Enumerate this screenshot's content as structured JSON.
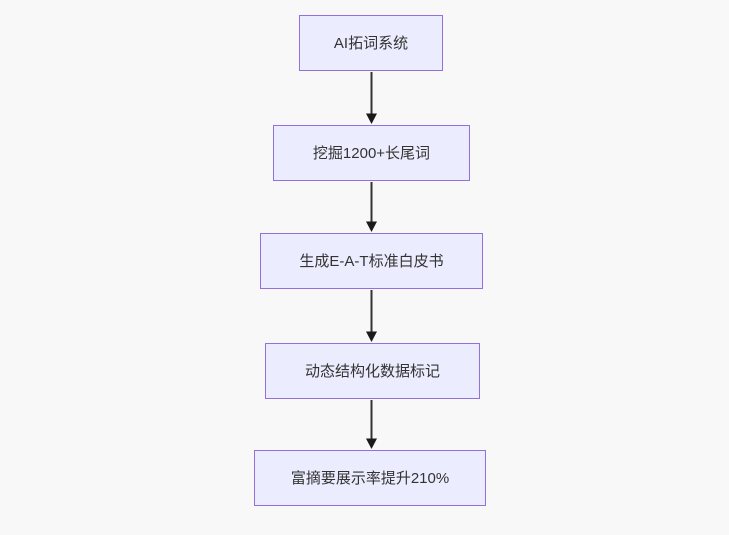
{
  "diagram": {
    "type": "flowchart",
    "direction": "top-down",
    "nodes": [
      {
        "id": "step-1",
        "label": "AI拓词系统"
      },
      {
        "id": "step-2",
        "label": "挖掘1200+长尾词"
      },
      {
        "id": "step-3",
        "label": "生成E-A-T标准白皮书"
      },
      {
        "id": "step-4",
        "label": "动态结构化数据标记"
      },
      {
        "id": "step-5",
        "label": "富摘要展示率提升210%"
      }
    ],
    "edges": [
      {
        "from": "step-1",
        "to": "step-2"
      },
      {
        "from": "step-2",
        "to": "step-3"
      },
      {
        "from": "step-3",
        "to": "step-4"
      },
      {
        "from": "step-4",
        "to": "step-5"
      }
    ],
    "colors": {
      "background": "#f8f8f8",
      "node_fill": "#ECECFF",
      "node_border": "#9370DB",
      "edge_line": "#333333",
      "arrowhead": "#1a1a1a",
      "text": "#333333"
    }
  }
}
